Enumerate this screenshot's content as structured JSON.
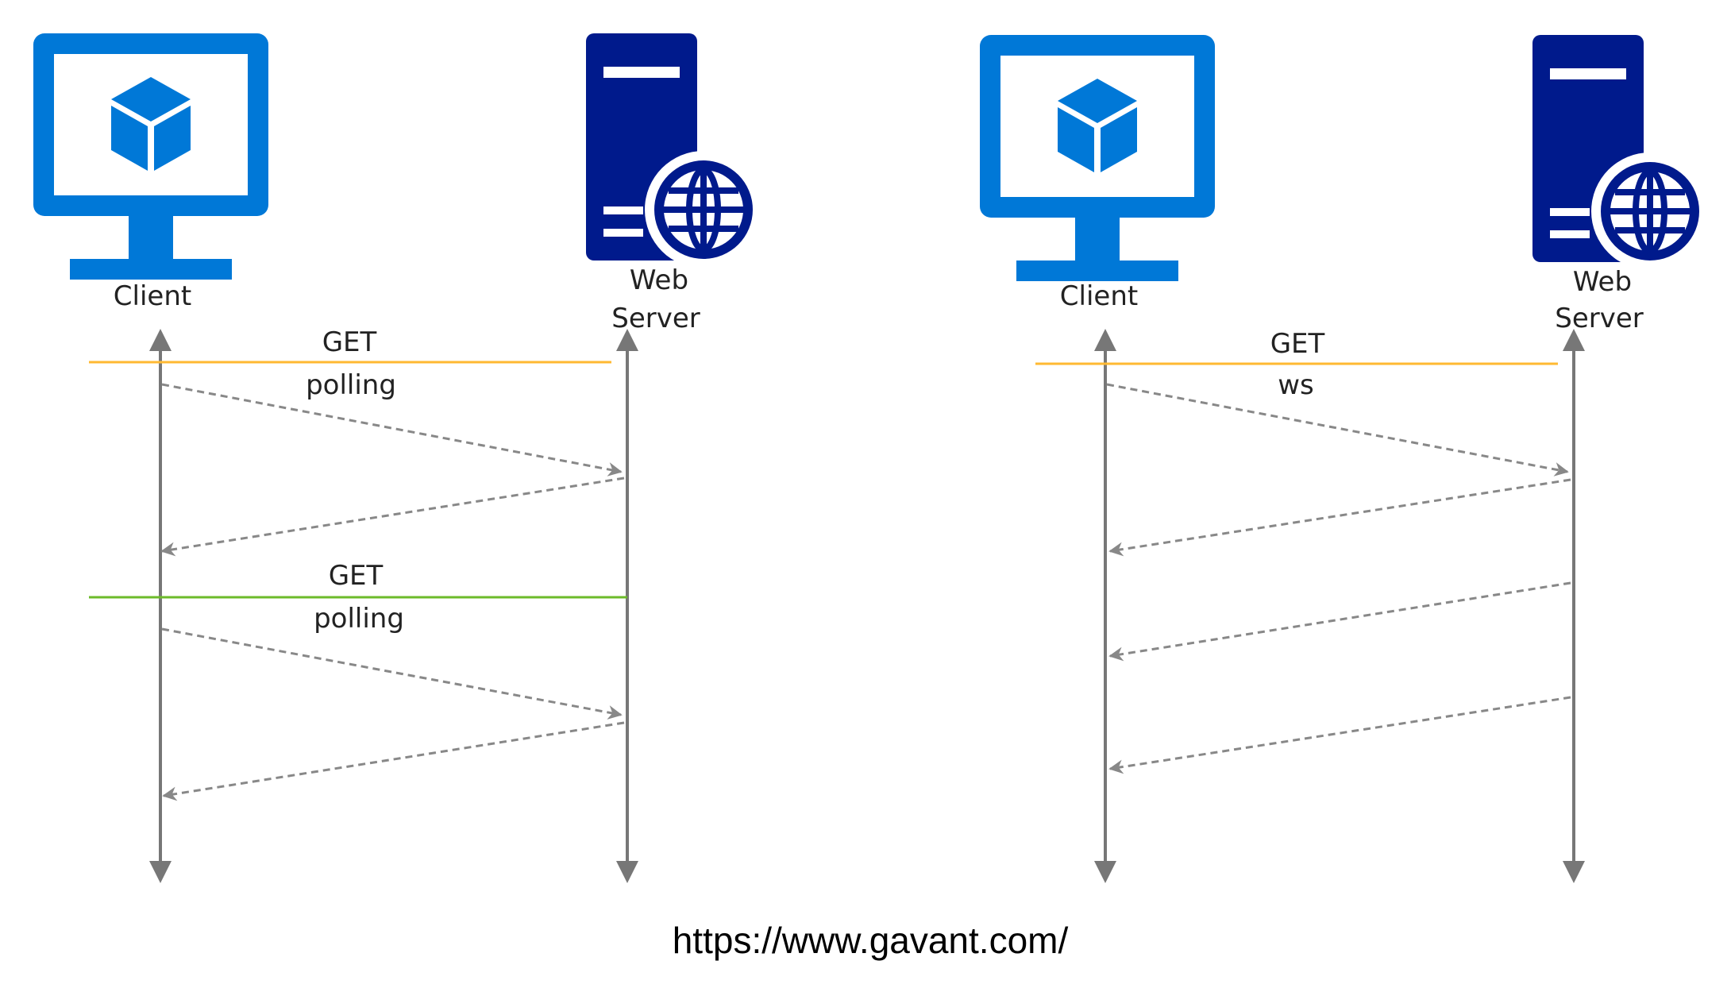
{
  "left_panel": {
    "client_label": "Client",
    "server_label_line1": "Web",
    "server_label_line2": "Server",
    "request1": {
      "method": "GET",
      "type": "polling"
    },
    "request2": {
      "method": "GET",
      "type": "polling"
    }
  },
  "right_panel": {
    "client_label": "Client",
    "server_label_line1": "Web",
    "server_label_line2": "Server",
    "request1": {
      "method": "GET",
      "type": "ws"
    }
  },
  "footer": {
    "url": "https://www.gavant.com/"
  },
  "colors": {
    "client_icon": "#0078D7",
    "server_icon": "#001A8C",
    "timeline": "#777777",
    "message_arrow": "#888888",
    "request_line_1": "#FFB932",
    "request_line_2": "#6CBB2A"
  },
  "icons": {
    "client": "monitor-with-cube-icon",
    "server": "server-with-globe-icon"
  }
}
